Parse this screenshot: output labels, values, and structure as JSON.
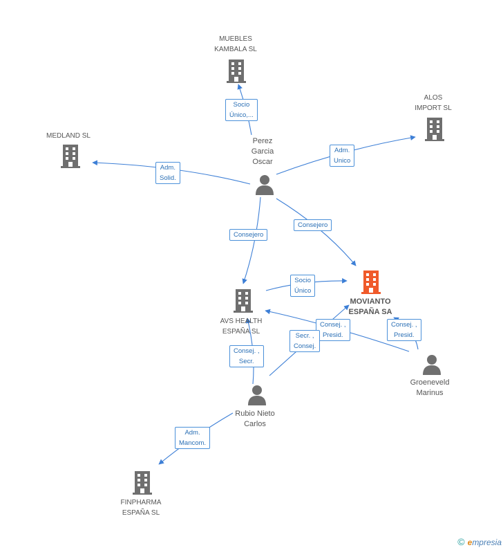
{
  "nodes": {
    "muebles": {
      "label": [
        "MUEBLES",
        "KAMBALA SL"
      ],
      "type": "company"
    },
    "alos": {
      "label": [
        "ALOS",
        "IMPORT SL"
      ],
      "type": "company"
    },
    "medland": {
      "label": [
        "MEDLAND SL"
      ],
      "type": "company"
    },
    "perez": {
      "label": [
        "Perez",
        "Garcia",
        "Oscar"
      ],
      "type": "person"
    },
    "movianto": {
      "label": [
        "MOVIANTO",
        "ESPAÑA SA"
      ],
      "type": "main-company"
    },
    "avs": {
      "label": [
        "AVS HEALTH",
        "ESPAÑA SL"
      ],
      "type": "company"
    },
    "groeneveld": {
      "label": [
        "Groeneveld",
        "Marinus"
      ],
      "type": "person"
    },
    "rubio": {
      "label": [
        "Rubio Nieto",
        "Carlos"
      ],
      "type": "person"
    },
    "finpharma": {
      "label": [
        "FINPHARMA",
        "ESPAÑA SL"
      ],
      "type": "company"
    }
  },
  "edges": {
    "perez_muebles": [
      "Socio",
      "Único,..."
    ],
    "perez_alos": [
      "Adm.",
      "Unico"
    ],
    "perez_medland": [
      "Adm.",
      "Solid."
    ],
    "perez_avs": [
      "Consejero"
    ],
    "perez_movianto": [
      "Consejero"
    ],
    "avs_movianto": [
      "Socio",
      "Único"
    ],
    "groeneveld_avs": [
      "Consej. ,",
      "Presid."
    ],
    "groeneveld_movianto": [
      "Consej. ,",
      "Presid."
    ],
    "rubio_avs": [
      "Consej. ,",
      "Secr."
    ],
    "rubio_movianto": [
      "Secr. ,",
      "Consej."
    ],
    "rubio_finpharma": [
      "Adm.",
      "Mancom."
    ]
  },
  "colors": {
    "edge": "#3d7fd6",
    "company_icon": "#6f6f6f",
    "main_company_icon": "#f05a2a",
    "person_icon": "#6f6f6f"
  },
  "footer": {
    "symbol": "©",
    "brand_initial": "e",
    "brand_rest": "mpresia"
  }
}
